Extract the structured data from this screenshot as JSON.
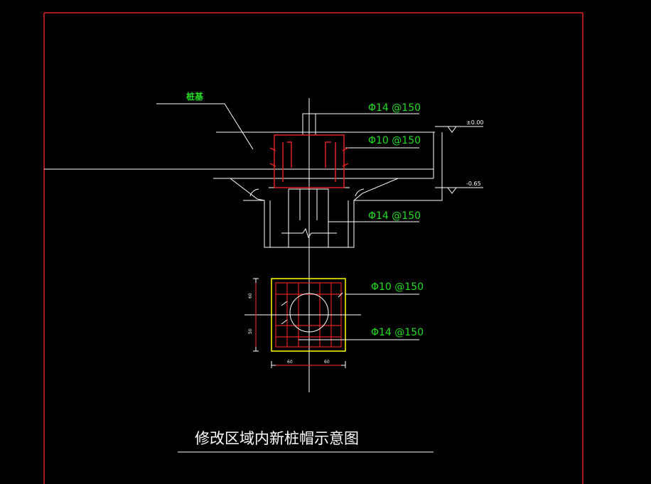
{
  "colors": {
    "background": "#000000",
    "frame": "#e02020",
    "line": "#ffffff",
    "rebar": "#e02020",
    "text_label": "#22dd22",
    "plan_outline": "#ffff00"
  },
  "drawing": {
    "title": "修改区域内新桩帽示意图",
    "pile_label": "桩基",
    "section": {
      "rebar_top": "Φ14 @150",
      "rebar_mid": "Φ10 @150",
      "rebar_bottom": "Φ14 @150",
      "level_top": "±0.00",
      "level_bottom": "-0.65"
    },
    "plan": {
      "rebar_1": "Φ10 @150",
      "rebar_2": "Φ14 @150",
      "dim_left_top": "60",
      "dim_left_bottom": "50",
      "dim_bottom_left": "60",
      "dim_bottom_right": "60"
    }
  }
}
